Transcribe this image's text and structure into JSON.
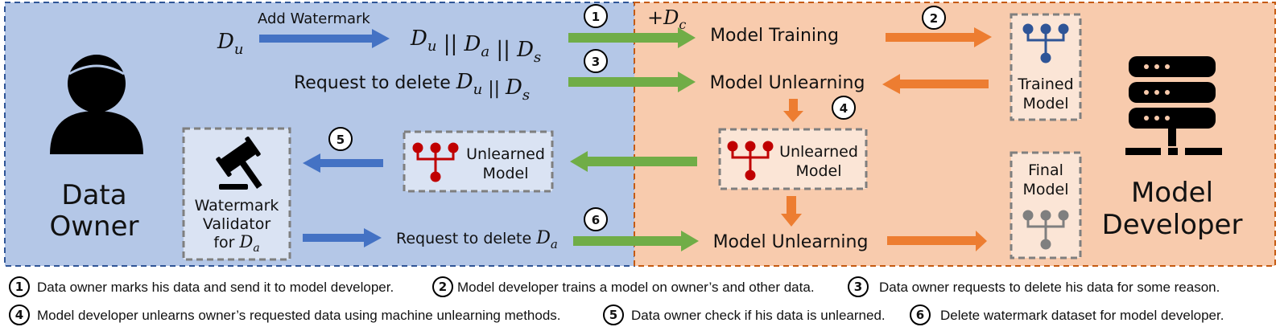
{
  "colors": {
    "owner_bg": "#b4c7e7",
    "developer_bg": "#f8cbad",
    "blue_arrow": "#4472c4",
    "green_arrow": "#70ad47",
    "orange_arrow": "#ed7d31",
    "red_model": "#c00000",
    "navy_model": "#2f5597",
    "gray_model": "#7f7f7f"
  },
  "icons": {
    "owner": "person-icon",
    "developer": "server-icon",
    "validator": "gavel-icon",
    "model": "network-tree-icon"
  },
  "owner": {
    "title_line1": "Data",
    "title_line2": "Owner",
    "du": "D",
    "du_sub": "u",
    "add_watermark": "Add Watermark",
    "expr_d": [
      "D",
      "D",
      "D"
    ],
    "expr_sub": [
      "u",
      "a",
      "s"
    ],
    "expr_sep": "||",
    "request_delete_prefix": "Request to delete ",
    "validator_line1": "Watermark",
    "validator_line2": "Validator",
    "validator_line3_prefix": "for ",
    "unlearned_line1": "Unlearned",
    "unlearned_line2": "Model",
    "request_delete_a_prefix": "Request to delete "
  },
  "developer": {
    "title_line1": "Model",
    "title_line2": "Developer",
    "plus_dc_prefix": "+",
    "model_training": "Model Training",
    "model_unlearning_1": "Model Unlearning",
    "model_unlearning_2": "Model Unlearning",
    "trained_line1": "Trained",
    "trained_line2": "Model",
    "unlearned_line1": "Unlearned",
    "unlearned_line2": "Model",
    "final_line1": "Final",
    "final_line2": "Model"
  },
  "steps": {
    "n1": "1",
    "n2": "2",
    "n3": "3",
    "n4": "4",
    "n5": "5",
    "n6": "6"
  },
  "legend": {
    "row1": [
      {
        "num": "1",
        "text": "Data owner marks his data and send it to model developer."
      },
      {
        "num": "2",
        "text": "Model developer trains a model on owner’s and other data."
      },
      {
        "num": "3",
        "text": "Data owner requests to delete his data for some reason."
      }
    ],
    "row2": [
      {
        "num": "4",
        "text": "Model developer unlearns owner’s requested data using machine unlearning methods."
      },
      {
        "num": "5",
        "text": "Data owner check if his data is unlearned."
      },
      {
        "num": "6",
        "text": "Delete watermark dataset for model developer."
      }
    ]
  }
}
